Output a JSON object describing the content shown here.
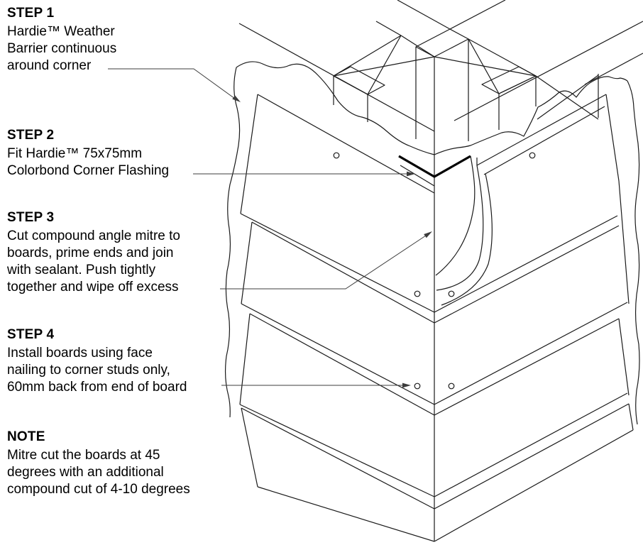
{
  "steps": [
    {
      "heading": "STEP 1",
      "body": "Hardie™ Weather\nBarrier continuous\naround corner"
    },
    {
      "heading": "STEP 2",
      "body": "Fit Hardie™ 75x75mm\nColorbond Corner Flashing"
    },
    {
      "heading": "STEP 3",
      "body": "Cut compound angle mitre to\nboards, prime ends and join\nwith sealant. Push tightly\ntogether and wipe off excess"
    },
    {
      "heading": "STEP 4",
      "body": "Install boards using face\nnailing to corner studs only,\n60mm back from end of board"
    },
    {
      "heading": "NOTE",
      "body": "Mitre cut the boards at 45\ndegrees with an additional\ncompound cut of 4-10 degrees"
    }
  ],
  "diagram": {
    "parts": [
      "wall-framing-with-cross-bracing",
      "weather-barrier-wrap",
      "colorbond-corner-flashing",
      "left-weatherboards",
      "right-weatherboards",
      "face-nails",
      "leader-arrows"
    ],
    "colors": {
      "line": "#1a1a1a",
      "flashing_bold": "#000000",
      "leader": "#3c3c3c",
      "background": "#ffffff"
    }
  }
}
